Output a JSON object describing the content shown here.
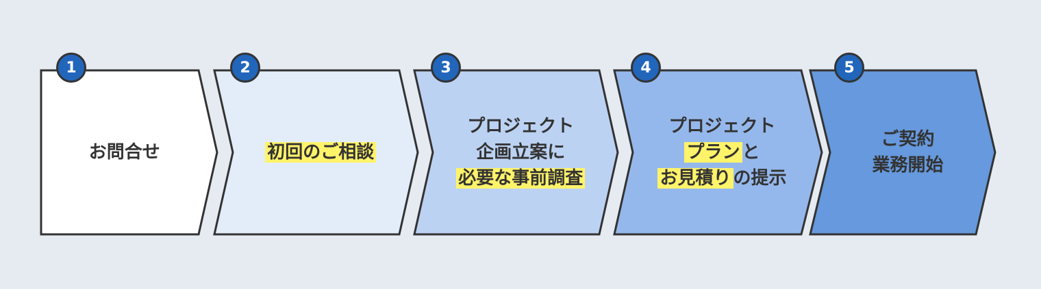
{
  "colors": {
    "background": "#e6ebf2",
    "badge": "#2266bb",
    "highlight": "#fff36a",
    "fills": [
      "#ffffff",
      "#e3edf9",
      "#bcd2f3",
      "#95b8ec",
      "#6699dd"
    ]
  },
  "steps": [
    {
      "number": "1",
      "lines": [
        [
          {
            "text": "お問合せ",
            "highlight": false
          }
        ]
      ]
    },
    {
      "number": "2",
      "lines": [
        [
          {
            "text": "初回のご相談",
            "highlight": true
          }
        ]
      ]
    },
    {
      "number": "3",
      "lines": [
        [
          {
            "text": "プロジェクト",
            "highlight": false
          }
        ],
        [
          {
            "text": "企画立案に",
            "highlight": false
          }
        ],
        [
          {
            "text": "必要な事前調査",
            "highlight": true
          }
        ]
      ]
    },
    {
      "number": "4",
      "lines": [
        [
          {
            "text": "プロジェクト",
            "highlight": false
          }
        ],
        [
          {
            "text": "プラン",
            "highlight": true
          },
          {
            "text": "と",
            "highlight": false
          }
        ],
        [
          {
            "text": "お見積り",
            "highlight": true
          },
          {
            "text": "の提示",
            "highlight": false
          }
        ]
      ]
    },
    {
      "number": "5",
      "lines": [
        [
          {
            "text": "ご契約",
            "highlight": false
          }
        ],
        [
          {
            "text": "業務開始",
            "highlight": false
          }
        ]
      ]
    }
  ]
}
